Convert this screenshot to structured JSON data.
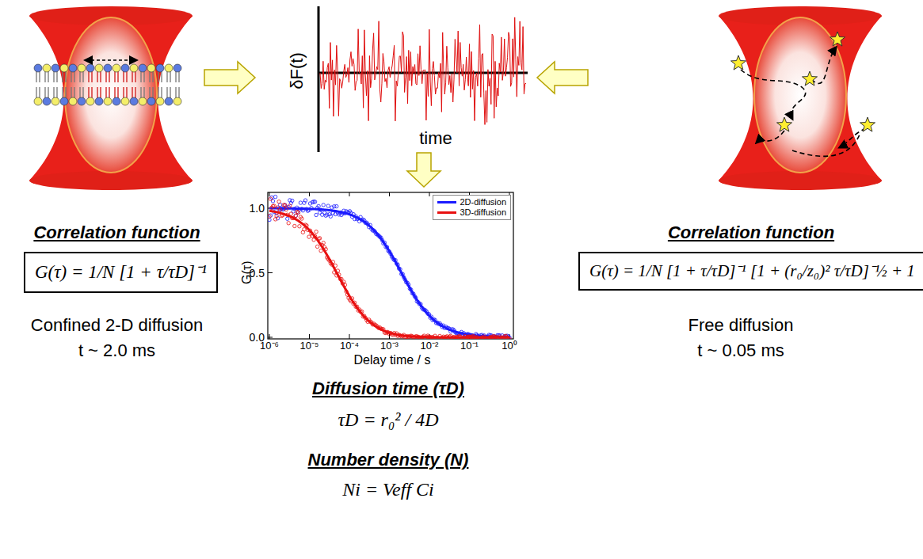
{
  "diagram": {
    "nodes": [
      {
        "text": [
          "G(τ) = 1/N [1 + τ/τD]⁻¹"
        ]
      },
      {
        "text": [
          "G(τ) = 1/N [1 + τ/τD]⁻¹ [1 + (r₀/z₀)² τ/τD]⁻½ + 1"
        ]
      }
    ],
    "labels": [
      "δF(t)",
      "time",
      "Correlation function",
      "Confined 2-D diffusion",
      "t ~ 2.0 ms",
      "1.0",
      "0.5",
      "0.0",
      "G(τ)",
      "10⁻⁶",
      "10⁻⁵",
      "10⁻⁴",
      "10⁻³",
      "10⁻²",
      "10⁻¹",
      "10⁰",
      "Delay time / s",
      "Diffusion time (τD)",
      "τD = r₀² / 4D",
      "Number density (N)",
      "Ni = Veff Ci",
      "Correlation function",
      "Free diffusion",
      "t ~ 0.05 ms"
    ],
    "legend": [
      {
        "text": "2D-diffusion",
        "color": "#1a1aff"
      },
      {
        "text": "3D-diffusion",
        "color": "#e81010"
      }
    ]
  }
}
